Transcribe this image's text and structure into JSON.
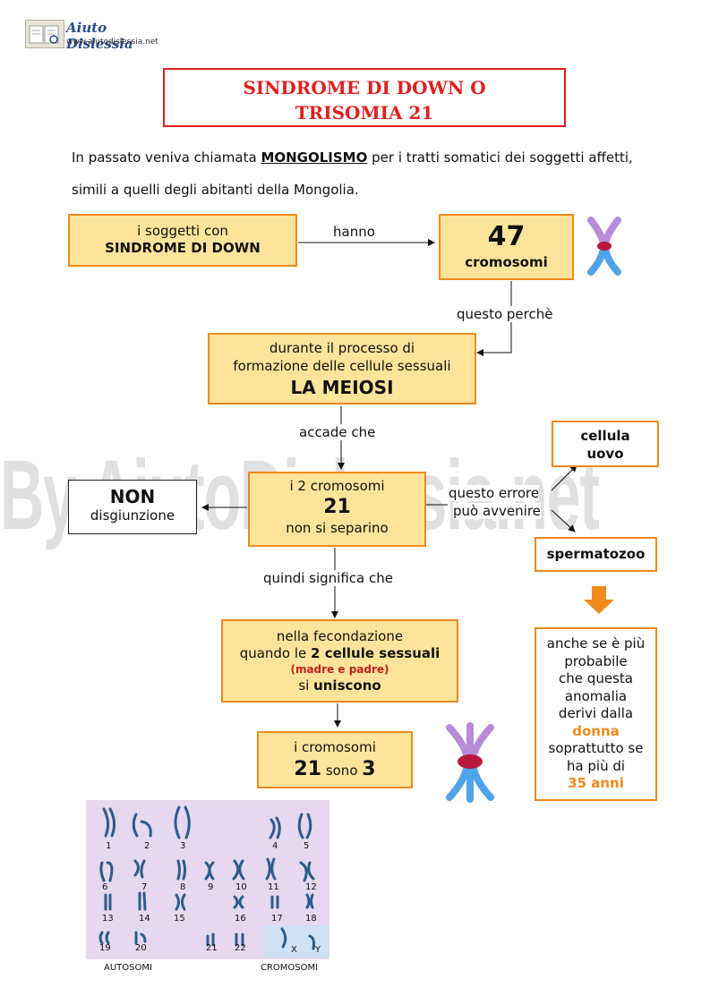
{
  "header": {
    "logo_title": "Aiuto Dislessia",
    "logo_url": "www.aiutodislessia.net"
  },
  "title": {
    "line1": "SINDROME DI DOWN O",
    "line2": "TRISOMIA 21"
  },
  "intro": {
    "pre": "In passato veniva chiamata ",
    "keyword": "MONGOLISMO",
    "post": " per i tratti somatici  dei soggetti affetti, simili a quelli degli abitanti della Mongolia."
  },
  "watermark": "By AiutoDislessia.net",
  "nodes": {
    "soggetti": {
      "line1": "i soggetti con",
      "line2": "SINDROME DI DOWN"
    },
    "cromosomi47": {
      "number": "47",
      "label": "cromosomi"
    },
    "meiosi": {
      "line1": "durante il  processo di",
      "line2": "formazione delle cellule sessuali",
      "line3": "LA MEIOSI"
    },
    "cromosomi21": {
      "line1": "i 2 cromosomi",
      "number": "21",
      "line3": "non si separino"
    },
    "non_disgiunzione": {
      "line1": "NON",
      "line2": "disgiunzione"
    },
    "cellula_uovo": {
      "line1": "cellula",
      "line2": "uovo"
    },
    "spermatozoo": {
      "text": "spermatozoo"
    },
    "fecondazione": {
      "line1": "nella fecondazione",
      "line2_pre": "quando le ",
      "line2_bold": "2 cellule sessuali",
      "line3": "(madre e padre)",
      "line4_pre": "si ",
      "line4_bold": "uniscono"
    },
    "sono3": {
      "line1": "i cromosomi",
      "num1": "21",
      "word": " sono ",
      "num2": "3"
    },
    "nota": {
      "l1": "anche se è più",
      "l2": "probabile",
      "l3": "che questa",
      "l4": "anomalia",
      "l5": "derivi dalla",
      "l6": "donna",
      "l7": "soprattutto se",
      "l8": "ha più di",
      "l9": "35 anni"
    }
  },
  "edges": {
    "hanno": "hanno",
    "perche": "questo perchè",
    "accade": "accade che",
    "errore1": "questo errore",
    "errore2": "può avvenire",
    "quindi": "quindi significa che"
  },
  "karyotype": {
    "numbers": [
      "1",
      "2",
      "3",
      "4",
      "5",
      "6",
      "7",
      "8",
      "9",
      "10",
      "11",
      "12",
      "13",
      "14",
      "15",
      "16",
      "17",
      "18",
      "19",
      "20",
      "21",
      "22",
      "X",
      "Y"
    ],
    "label_left": "AUTOSOMI",
    "label_right": "CROMOSOMI"
  },
  "colors": {
    "accent_orange": "#f08a1c",
    "box_fill": "#fde49a",
    "title_red": "#e02020",
    "dark_red": "#c0211a"
  }
}
